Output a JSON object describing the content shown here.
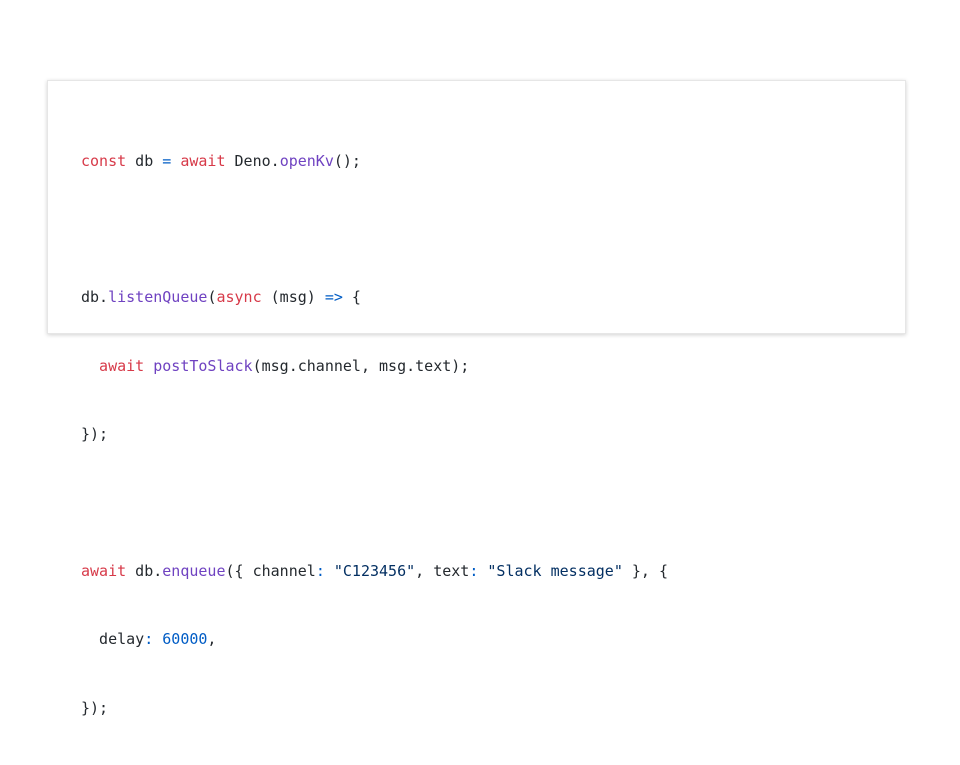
{
  "colors": {
    "keyword": "#d73a49",
    "function": "#6f42c1",
    "string": "#032f62",
    "number": "#005cc5",
    "text": "#24292e"
  },
  "code": {
    "l1": {
      "t1": "const",
      "t2": " db ",
      "t3": "=",
      "t4": " ",
      "t5": "await",
      "t6": " Deno.",
      "t7": "openKv",
      "t8": "();"
    },
    "l3": {
      "t1": "db.",
      "t2": "listenQueue",
      "t3": "(",
      "t4": "async",
      "t5": " (msg) ",
      "t6": "=>",
      "t7": " {"
    },
    "l4": {
      "t1": "await",
      "t2": " ",
      "t3": "postToSlack",
      "t4": "(msg.channel, msg.text);"
    },
    "l5": {
      "t1": "});"
    },
    "l7": {
      "t1": "await",
      "t2": " db.",
      "t3": "enqueue",
      "t4": "({ channel",
      "t5": ":",
      "t6": " ",
      "t7": "\"C123456\"",
      "t8": ", text",
      "t9": ":",
      "t10": " ",
      "t11": "\"Slack message\"",
      "t12": " }, {"
    },
    "l8": {
      "t1": "delay",
      "t2": ":",
      "t3": " ",
      "t4": "60000",
      "t5": ","
    },
    "l9": {
      "t1": "});"
    }
  }
}
